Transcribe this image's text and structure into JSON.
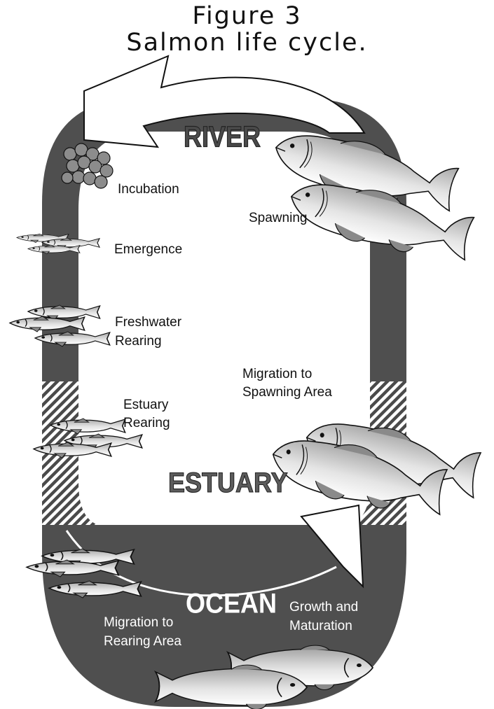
{
  "title": {
    "line1": "Figure 3",
    "line2": "Salmon life cycle."
  },
  "zones": {
    "river": "RIVER",
    "estuary": "ESTUARY",
    "ocean": "OCEAN"
  },
  "stages": {
    "incubation": "Incubation",
    "emergence": "Emergence",
    "freshwater_rearing": [
      "Freshwater",
      "Rearing"
    ],
    "estuary_rearing": [
      "Estuary",
      "Rearing"
    ],
    "migration_to_rearing_area": [
      "Migration to",
      "Rearing Area"
    ],
    "growth_and_maturation": [
      "Growth and",
      "Maturation"
    ],
    "migration_to_spawning_area": [
      "Migration to",
      "Spawning Area"
    ],
    "spawning": "Spawning"
  },
  "colors": {
    "loop": "#4f4f4f",
    "fish_light": "#d6d6d6",
    "fish_dark": "#8a8a8a",
    "egg": "#8c8c8c",
    "outline": "#111111"
  }
}
